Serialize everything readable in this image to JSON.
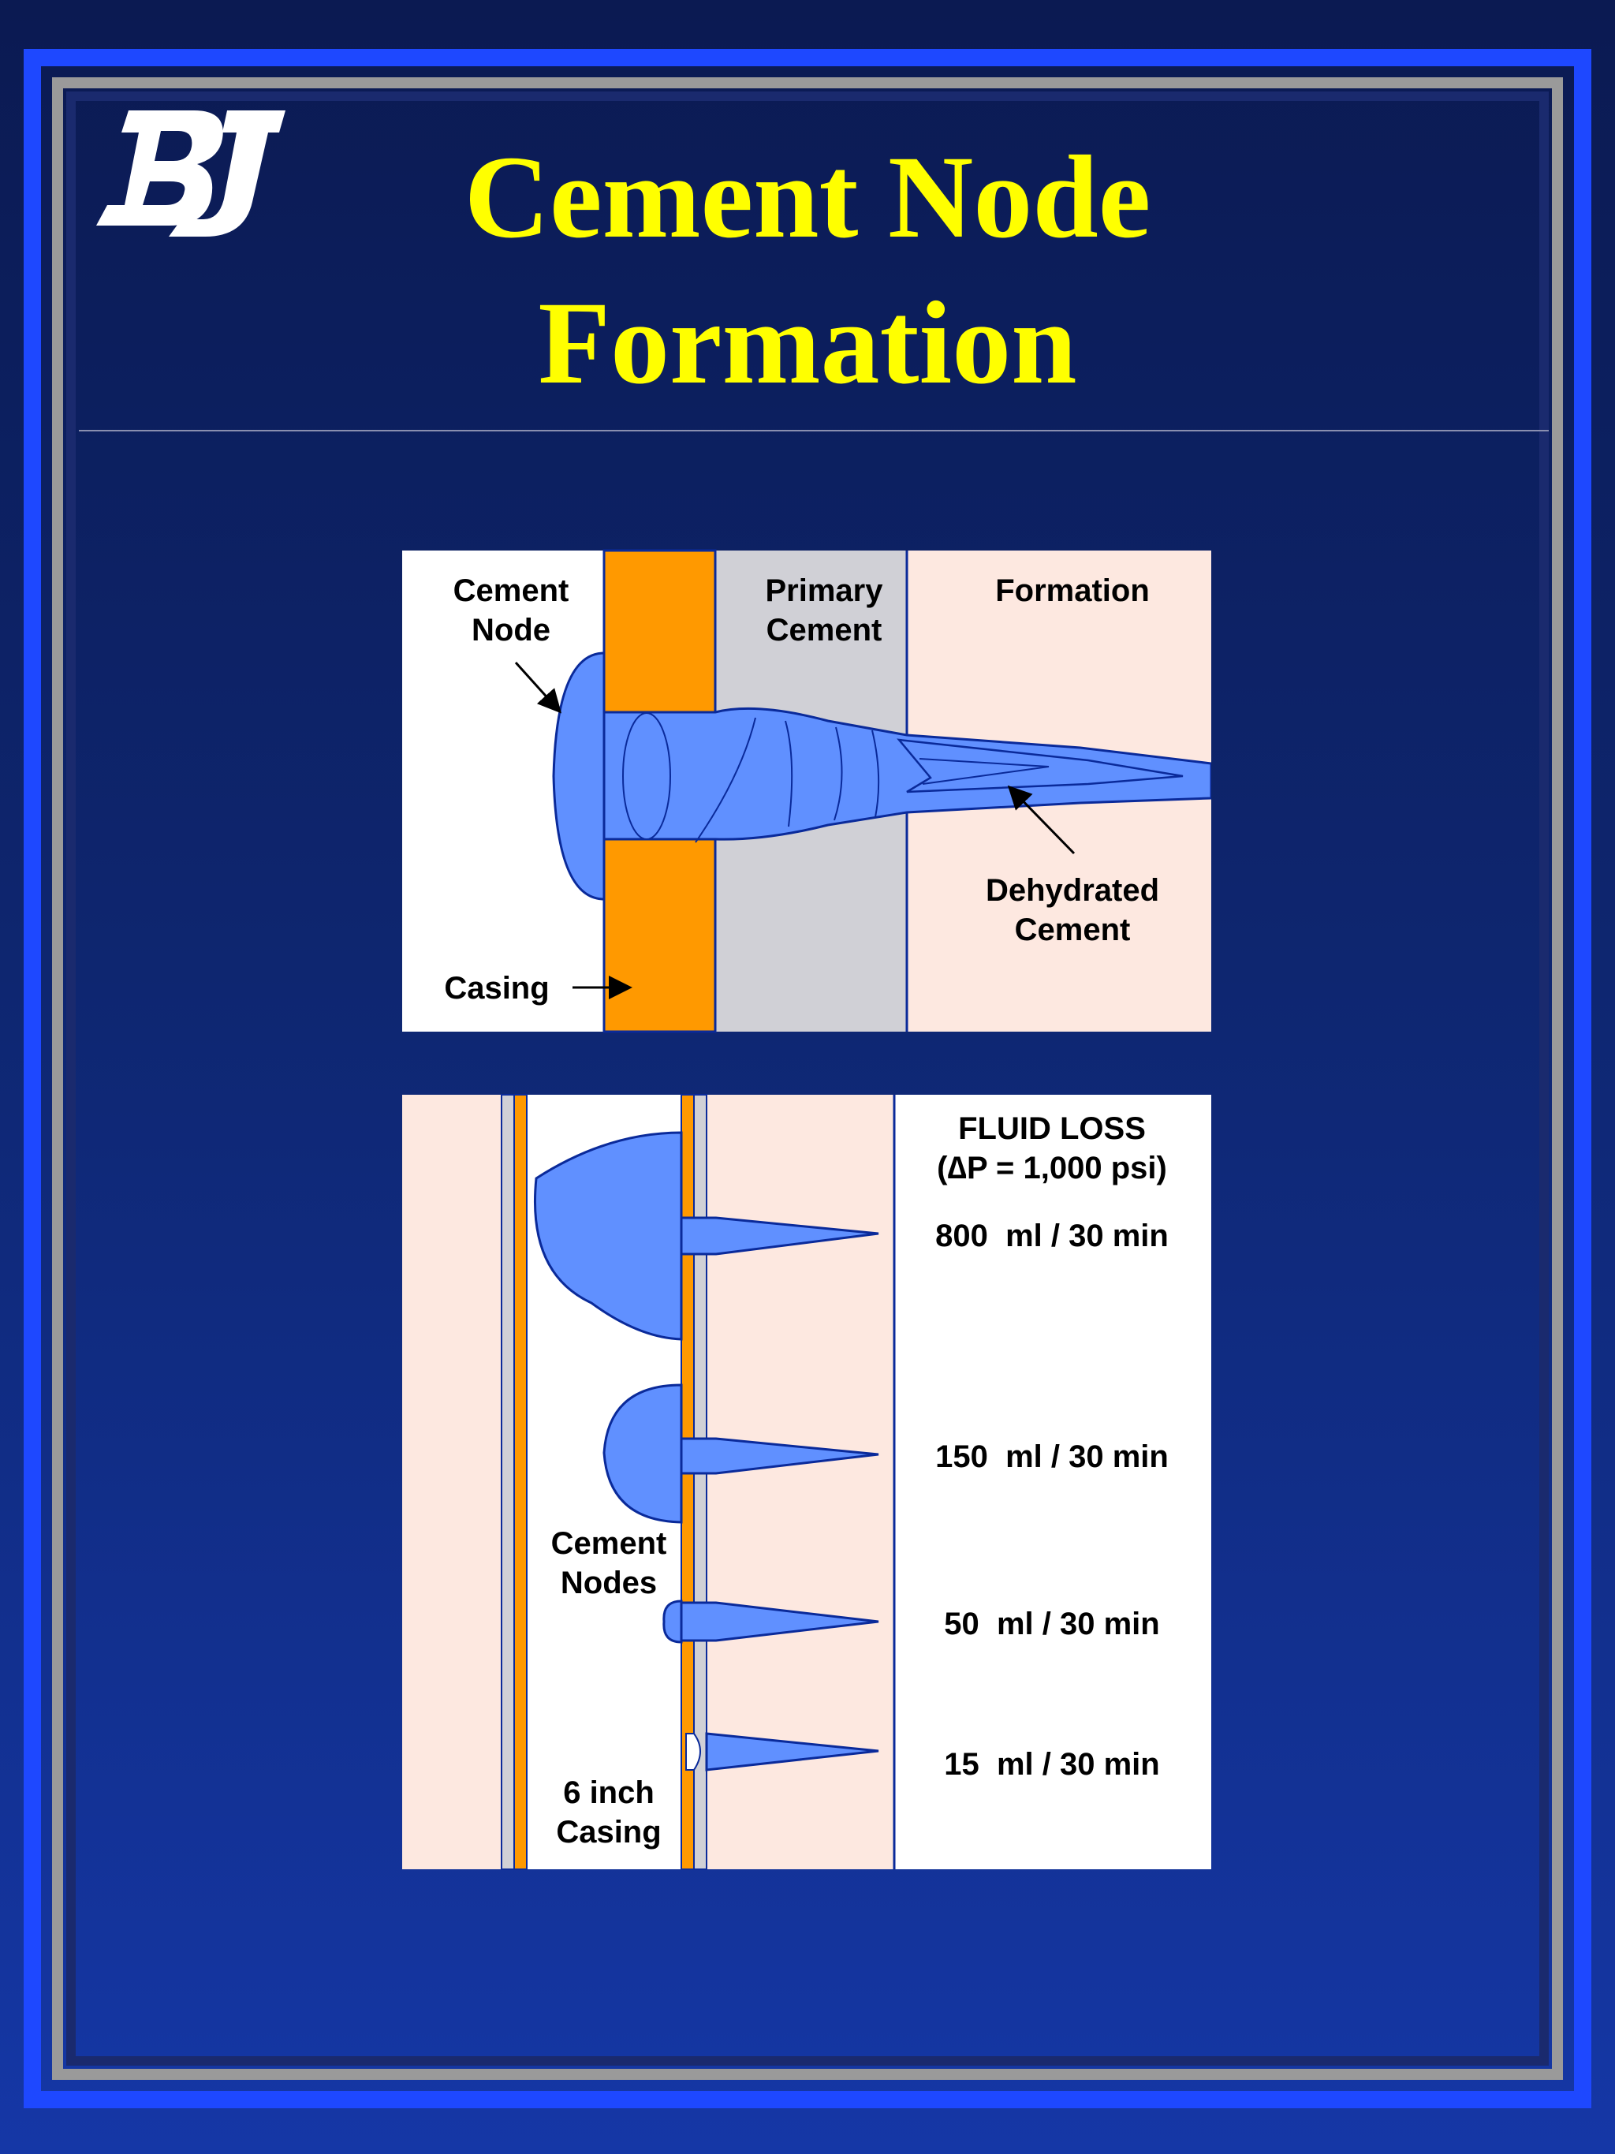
{
  "logo": {
    "text": "BJ",
    "color": "#ffffff"
  },
  "title": {
    "line1": "Cement Node",
    "line2": "Formation",
    "color": "#ffff00"
  },
  "top_diagram": {
    "labels": {
      "cement_node": [
        "Cement",
        "Node"
      ],
      "primary_cement": [
        "Primary",
        "Cement"
      ],
      "formation": "Formation",
      "dehydrated_cement": [
        "Dehydrated",
        "Cement"
      ],
      "casing": "Casing"
    }
  },
  "bottom_diagram": {
    "header": [
      "FLUID LOSS",
      "(∆P = 1,000 psi)"
    ],
    "rows": [
      {
        "fluid_loss": "800  ml / 30 min"
      },
      {
        "fluid_loss": "150  ml / 30 min"
      },
      {
        "fluid_loss": "50  ml / 30 min"
      },
      {
        "fluid_loss": "15  ml / 30 min"
      }
    ],
    "labels": {
      "cement_nodes": [
        "Cement",
        "Nodes"
      ],
      "casing": [
        "6 inch",
        "Casing"
      ]
    }
  },
  "colors": {
    "casing": "#ff9900",
    "cement": "#6090ff",
    "formation": "#fde8e0",
    "primary_cement": "#d0d0d6",
    "outline": "#0a2a9a"
  }
}
